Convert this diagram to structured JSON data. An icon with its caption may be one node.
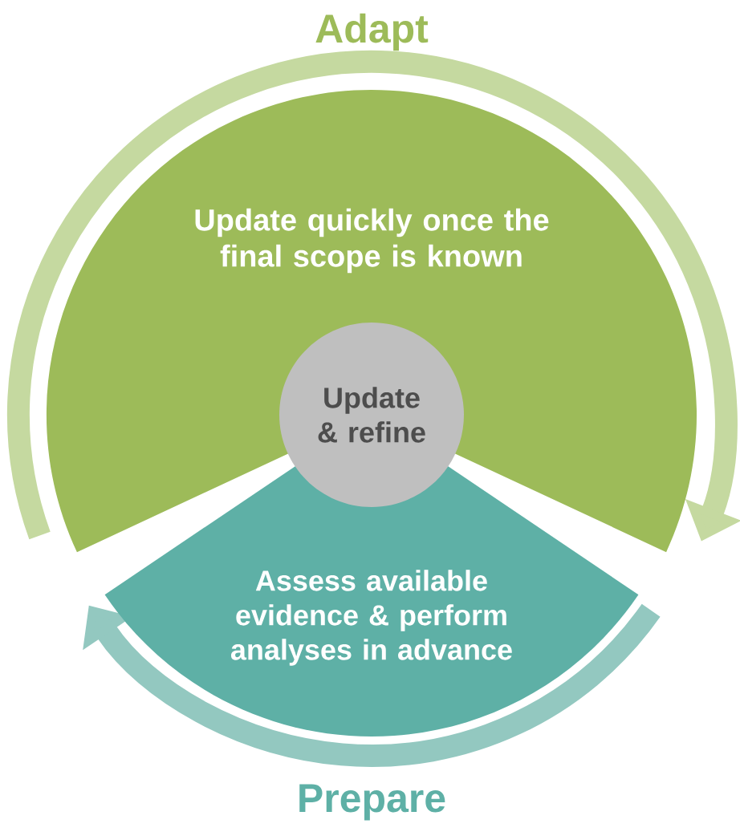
{
  "diagram": {
    "nodes": [
      {
        "text": [
          "Update quickly once the final scope is known"
        ]
      },
      {
        "text": [
          "Update & refine"
        ]
      },
      {
        "text": [
          "Assess available evidence & perform analyses in advance"
        ]
      }
    ],
    "edges": [
      {
        "from": null,
        "to": 0,
        "arrow": "to",
        "label": "Adapt",
        "color": "#c5d9a0"
      },
      {
        "from": null,
        "to": 2,
        "arrow": "to",
        "label": "Prepare",
        "color": "#93c8c0"
      }
    ]
  }
}
